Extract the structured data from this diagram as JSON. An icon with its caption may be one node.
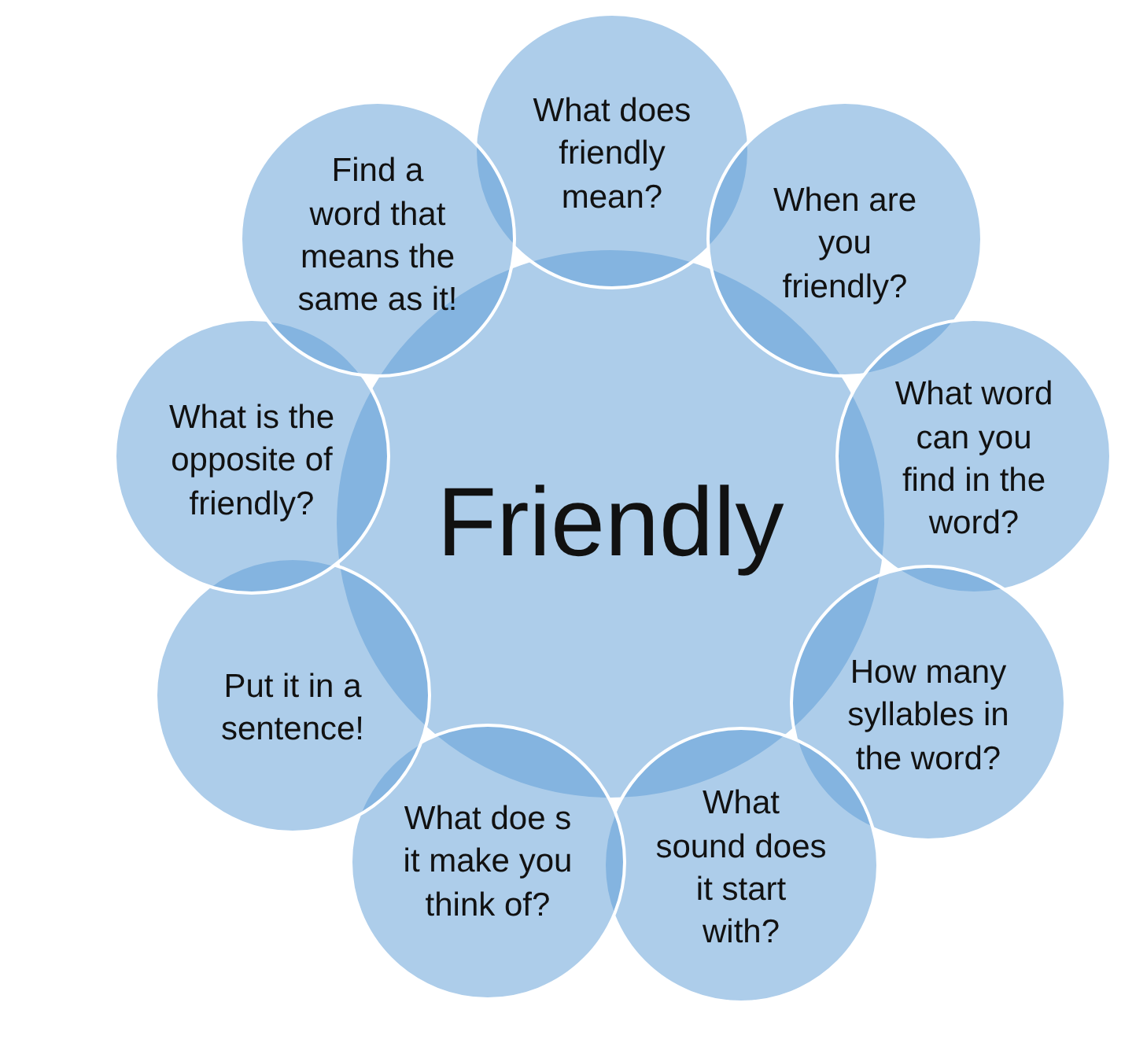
{
  "diagram": {
    "nodes": [
      {
        "text": [
          "Friendly"
        ]
      },
      {
        "text": [
          "What does friendly mean?"
        ]
      },
      {
        "text": [
          "When are you friendly?"
        ]
      },
      {
        "text": [
          "What word can you find in the word?"
        ]
      },
      {
        "text": [
          "How many syllables in the word?"
        ]
      },
      {
        "text": [
          "What sound does it start with?"
        ]
      },
      {
        "text": [
          "What doe s it make you think of?"
        ]
      },
      {
        "text": [
          "Put it in a sentence!"
        ]
      },
      {
        "text": [
          "What is the opposite of friendly?"
        ]
      },
      {
        "text": [
          "Find a word that means the same as it!"
        ]
      }
    ]
  }
}
